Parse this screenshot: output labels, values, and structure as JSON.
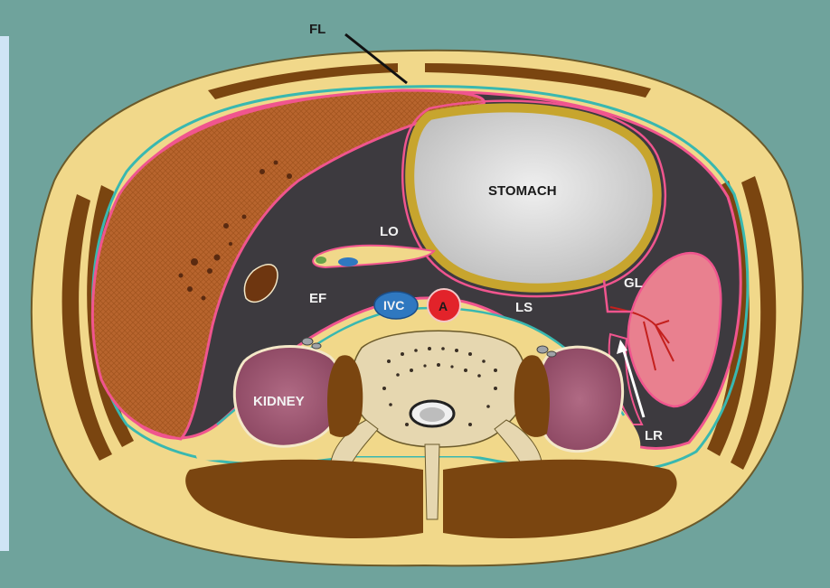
{
  "labels": {
    "fl": "FL",
    "stomach": "STOMACH",
    "lo": "LO",
    "gl": "GL",
    "ef": "EF",
    "ivc": "IVC",
    "aorta": "A",
    "ls": "LS",
    "kidney": "KIDNEY",
    "lr": "LR"
  },
  "colors": {
    "background": "#6fa39c",
    "fat": "#f1d88a",
    "muscle": "#7a4510",
    "liver": "#b8652e",
    "peritoneal_cavity": "#3d3a3f",
    "peritoneum_line": "#f0558e",
    "fascia_line": "#39b8b0",
    "stomach": "#d8d8d8",
    "stomach_wall": "#c7a52e",
    "kidney": "#9a5069",
    "spleen": "#e9808f",
    "vertebra": "#e6d7b0",
    "aorta": "#e2232a",
    "ivc": "#2f78c0"
  },
  "icons": [
    "fl-pointer-arrow",
    "lr-pointer-arrow"
  ]
}
